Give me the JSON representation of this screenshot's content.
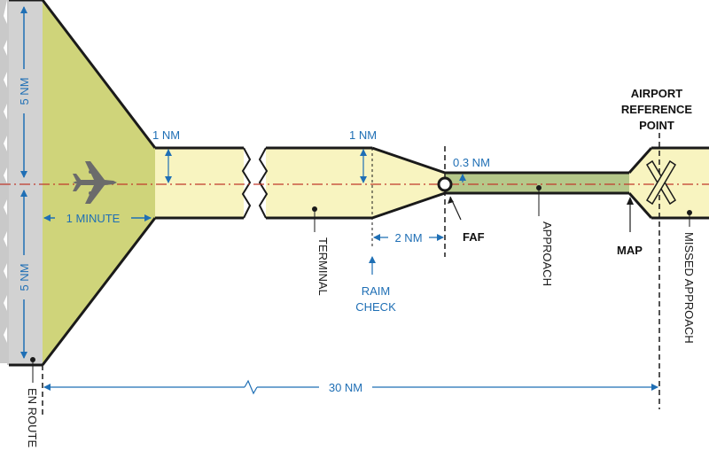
{
  "labels": {
    "en_route": "EN ROUTE",
    "five_nm_top": "5 NM",
    "five_nm_bottom": "5 NM",
    "one_minute": "1 MINUTE",
    "one_nm_left": "1 NM",
    "one_nm_right": "1 NM",
    "terminal": "TERMINAL",
    "raim_check_line1": "RAIM",
    "raim_check_line2": "CHECK",
    "two_nm": "2 NM",
    "faf": "FAF",
    "zero_three_nm": "0.3 NM",
    "approach": "APPROACH",
    "map": "MAP",
    "airport_ref_line1": "AIRPORT",
    "airport_ref_line2": "REFERENCE",
    "airport_ref_line3": "POINT",
    "missed_approach": "MISSED APPROACH",
    "thirty_nm": "30 NM"
  },
  "icons": {
    "aircraft": "airplane-icon",
    "airport_reference_point": "x-mark-icon",
    "faf_waypoint": "circle-waypoint-icon"
  },
  "colors": {
    "yellow_fill": "#f8f4c0",
    "green_fill": "#cfd47a",
    "approach_green": "#b5c88a",
    "blue": "#1f6fb5",
    "red_centerline": "#c0392b",
    "outline": "#1a1a1a",
    "jagged_gray": "#c9c9c9"
  }
}
